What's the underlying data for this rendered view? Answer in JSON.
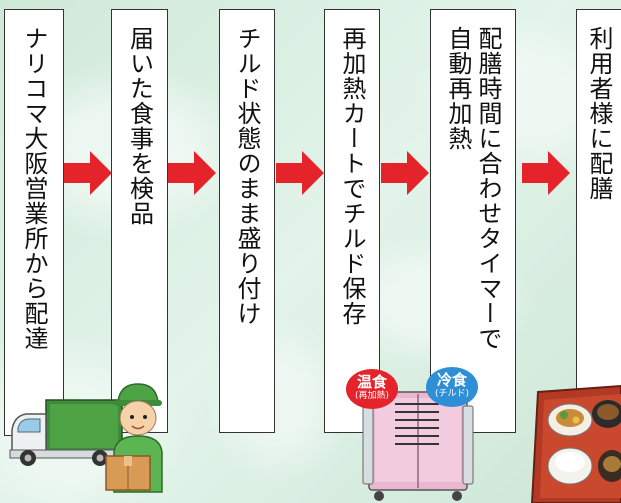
{
  "steps": [
    {
      "label": "ナリコマ大阪営業所から配達"
    },
    {
      "label": "届いた食事を検品"
    },
    {
      "label": "チルド状態のまま盛り付け"
    },
    {
      "label": "再加熱カートでチルド保存"
    },
    {
      "label": "配膳時間に合わせタイマーで\n自動再加熱"
    },
    {
      "label": "利用者様に配膳"
    }
  ],
  "cart_badges": {
    "hot": {
      "main": "温食",
      "sub": "(再加熱)"
    },
    "cold": {
      "main": "冷食",
      "sub": "(チルド)"
    }
  },
  "colors": {
    "arrow": "#e5232b",
    "hot_badge": "#e5232b",
    "cold_badge": "#2e8fd6",
    "background": "#d8efe3"
  }
}
